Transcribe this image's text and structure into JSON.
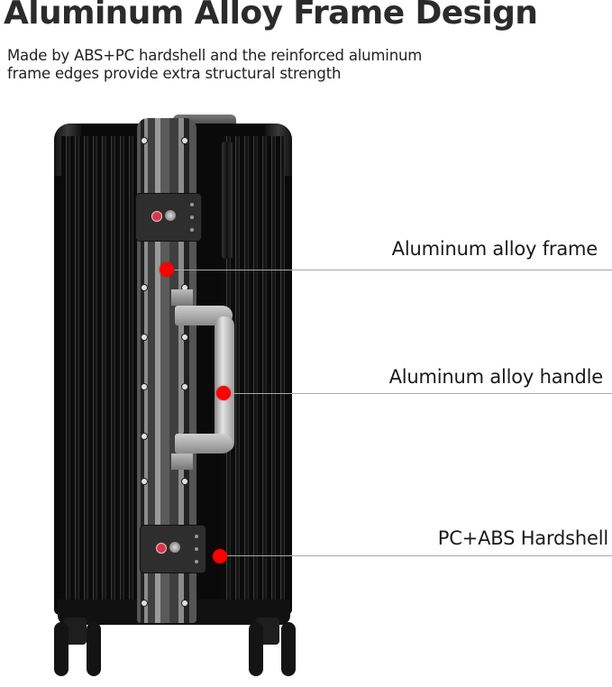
{
  "header": {
    "title": "Aluminum Alloy Frame Design",
    "subtitle_line1": "Made by ABS+PC hardshell and the reinforced aluminum",
    "subtitle_line2": "frame edges provide extra structural strength"
  },
  "callouts": [
    {
      "label": "Aluminum alloy frame"
    },
    {
      "label": "Aluminum alloy handle"
    },
    {
      "label": "PC+ABS Hardshell"
    }
  ],
  "colors": {
    "marker": "#ff0000",
    "suitcase": "#0a0a0a",
    "frame": "#8c8c8c",
    "leader_line": "#a8a8a8"
  },
  "product_image": {
    "subject": "black hardshell carry-on suitcase with aluminum frame",
    "icons": [
      "tsa-lock-icon",
      "combination-lock-icon",
      "spinner-wheel-icon"
    ]
  }
}
